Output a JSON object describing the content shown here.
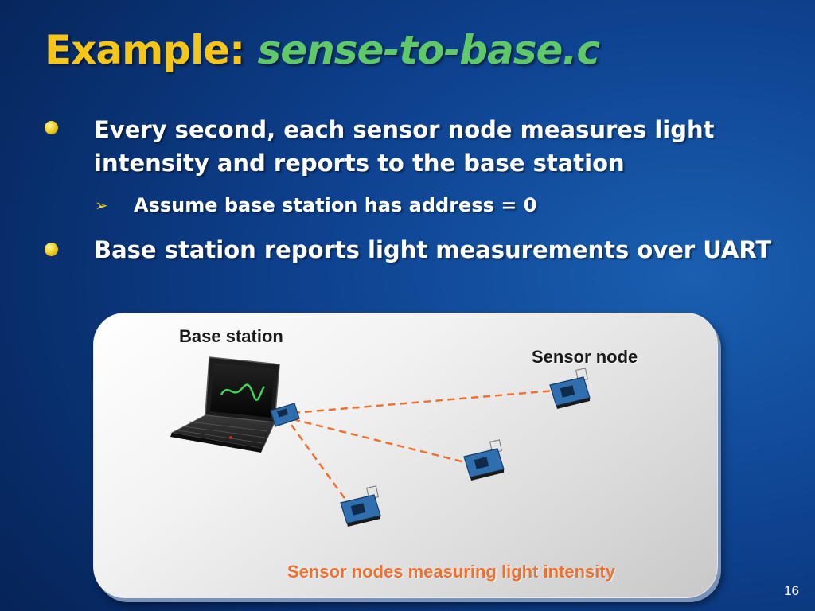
{
  "slide": {
    "title_prefix": "Example:",
    "title_code": "sense-to-base.c",
    "bullets": [
      {
        "text": "Every second, each sensor node measures light intensity and reports to the base station",
        "sub": [
          "Assume base station has address = 0"
        ]
      },
      {
        "text": "Base station reports light measurements over UART",
        "sub": []
      }
    ],
    "diagram": {
      "base_label": "Base station",
      "sensor_label": "Sensor node",
      "caption": "Sensor nodes measuring light intensity",
      "link_color": "#f07030"
    },
    "page_number": "16"
  }
}
